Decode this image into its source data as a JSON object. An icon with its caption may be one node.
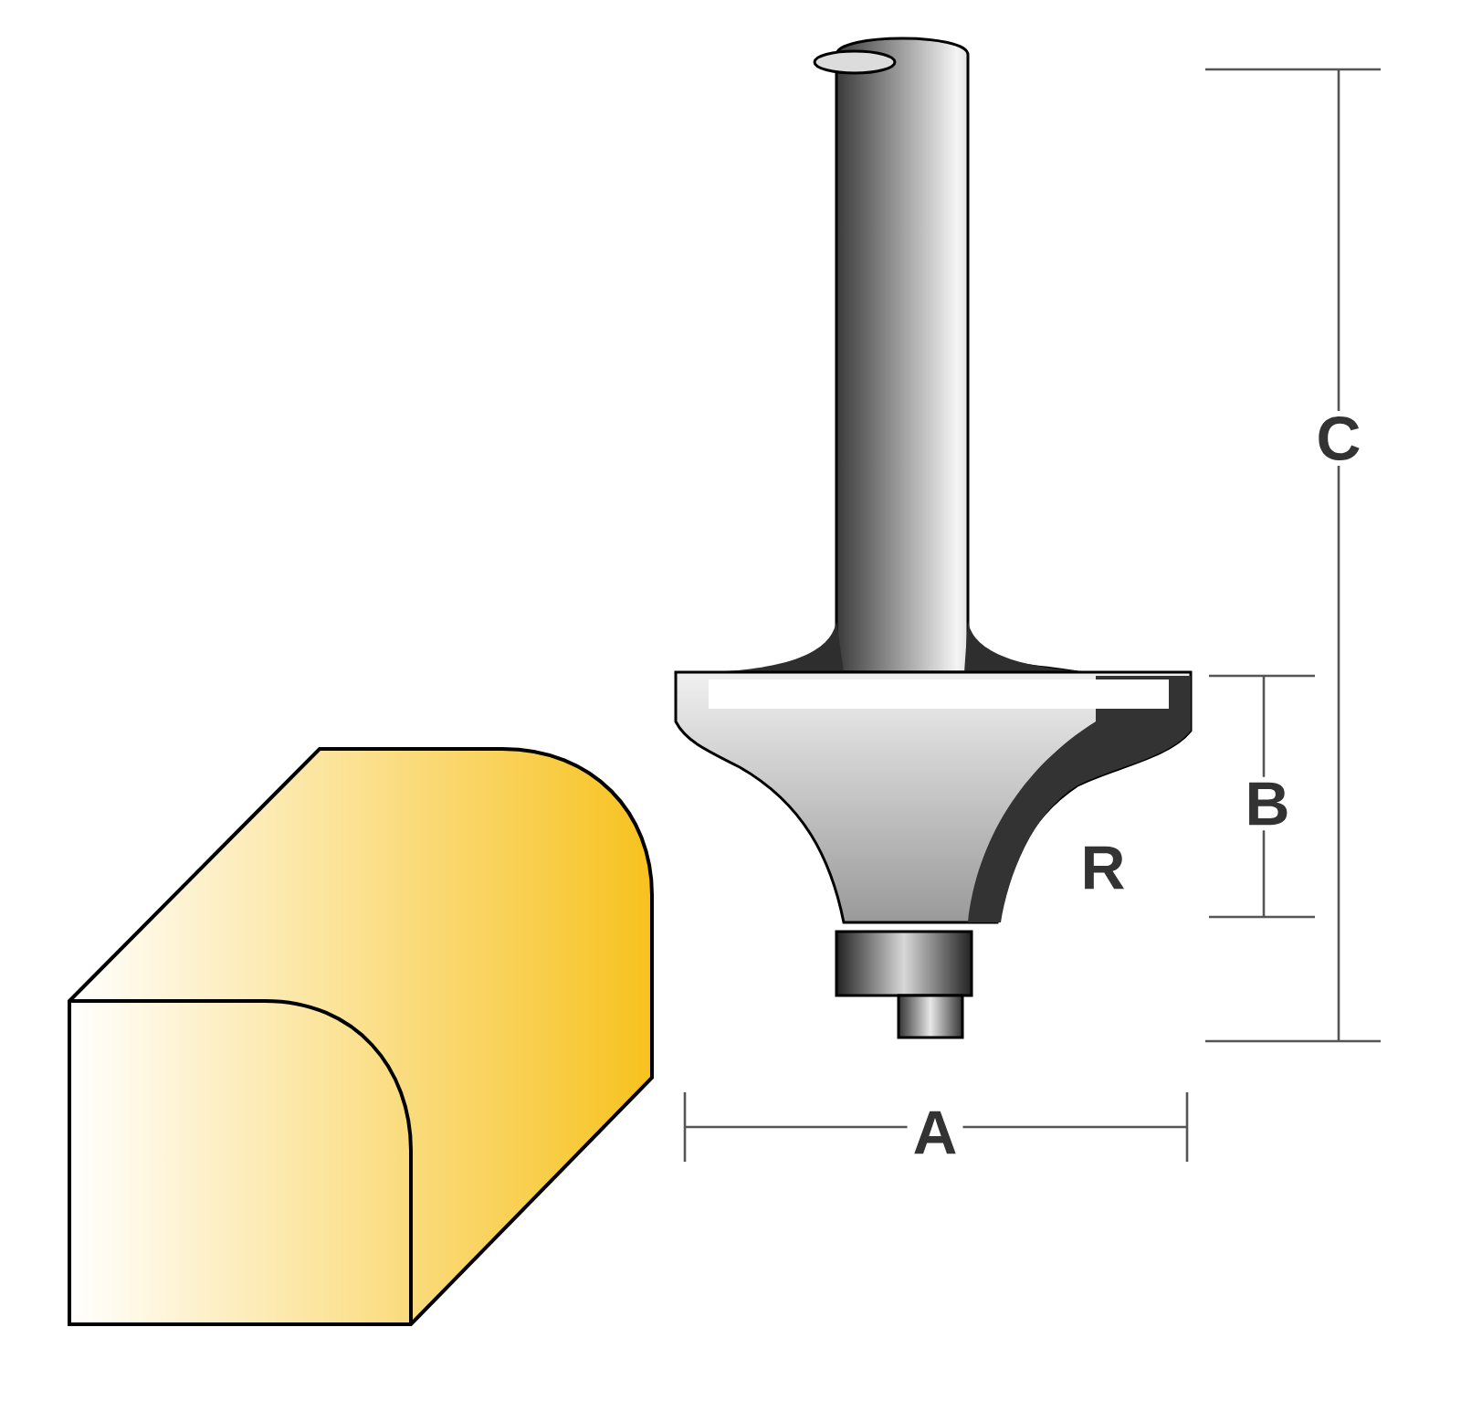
{
  "diagram": {
    "labels": [
      "C",
      "B",
      "R",
      "A"
    ]
  }
}
